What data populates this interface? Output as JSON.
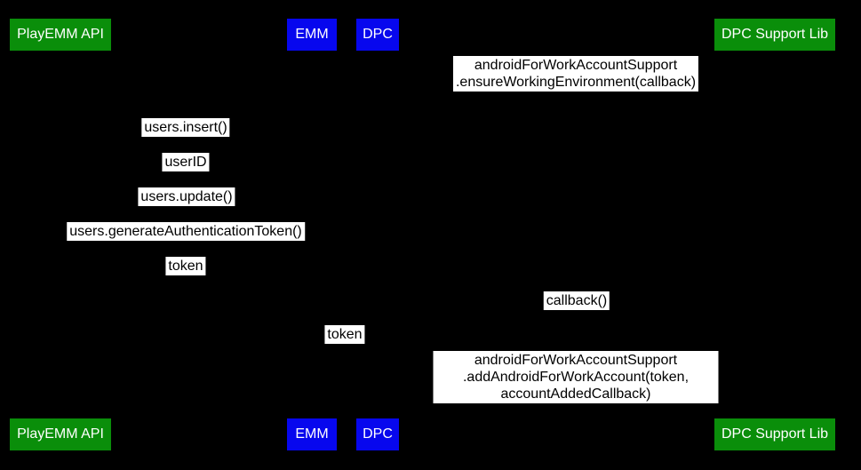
{
  "diagram": {
    "type": "sequence-diagram",
    "background_color": "#000000",
    "actor_colors": {
      "green": "#0a8e0a",
      "blue": "#0707ee"
    },
    "label_style": {
      "background": "#ffffff",
      "text_color": "#000000"
    },
    "actors": [
      {
        "id": "playemm-api",
        "label": "PlayEMM API",
        "color": "#0a8e0a"
      },
      {
        "id": "emm",
        "label": "EMM",
        "color": "#0707ee"
      },
      {
        "id": "dpc",
        "label": "DPC",
        "color": "#0707ee"
      },
      {
        "id": "dpc-support-lib",
        "label": "DPC Support Lib",
        "color": "#0a8e0a"
      }
    ],
    "messages": [
      {
        "id": "ensure-working-environment",
        "label": "androidForWorkAccountSupport\n.ensureWorkingEnvironment(callback)"
      },
      {
        "id": "users-insert",
        "label": "users.insert()"
      },
      {
        "id": "user-id",
        "label": "userID"
      },
      {
        "id": "users-update",
        "label": "users.update()"
      },
      {
        "id": "users-generate-authentication-token",
        "label": "users.generateAuthenticationToken()"
      },
      {
        "id": "token-returned",
        "label": "token"
      },
      {
        "id": "callback",
        "label": "callback()"
      },
      {
        "id": "token-passed",
        "label": "token"
      },
      {
        "id": "add-android-for-work-account",
        "label": "androidForWorkAccountSupport\n.addAndroidForWorkAccount(token, accountAddedCallback)"
      }
    ]
  }
}
